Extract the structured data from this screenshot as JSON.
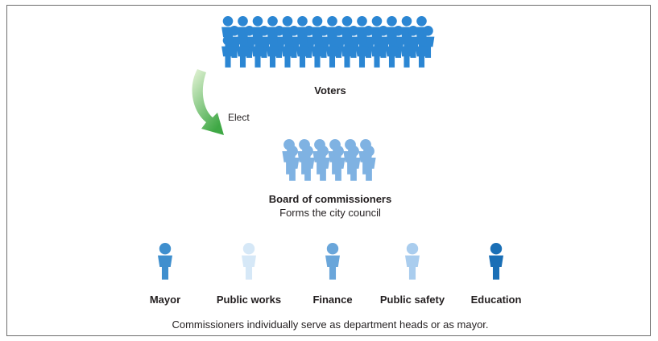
{
  "diagram": {
    "voters": {
      "label": "Voters"
    },
    "arrow": {
      "label": "Elect"
    },
    "board": {
      "title": "Board of commissioners",
      "subtitle": "Forms the city council"
    },
    "roles": [
      {
        "label": "Mayor",
        "color": "#3f8fce"
      },
      {
        "label": "Public works",
        "color": "#d6e8f7"
      },
      {
        "label": "Finance",
        "color": "#6aa6da"
      },
      {
        "label": "Public safety",
        "color": "#aacdee"
      },
      {
        "label": "Education",
        "color": "#1a6fb6"
      }
    ],
    "caption": "Commissioners individually serve as department heads or as mayor.",
    "colors": {
      "voters": "#2b86d3",
      "board": "#7fb2e2",
      "arrow_dark": "#3fa845",
      "arrow_light": "#d9efc7",
      "border": "#6d6d6d"
    }
  }
}
